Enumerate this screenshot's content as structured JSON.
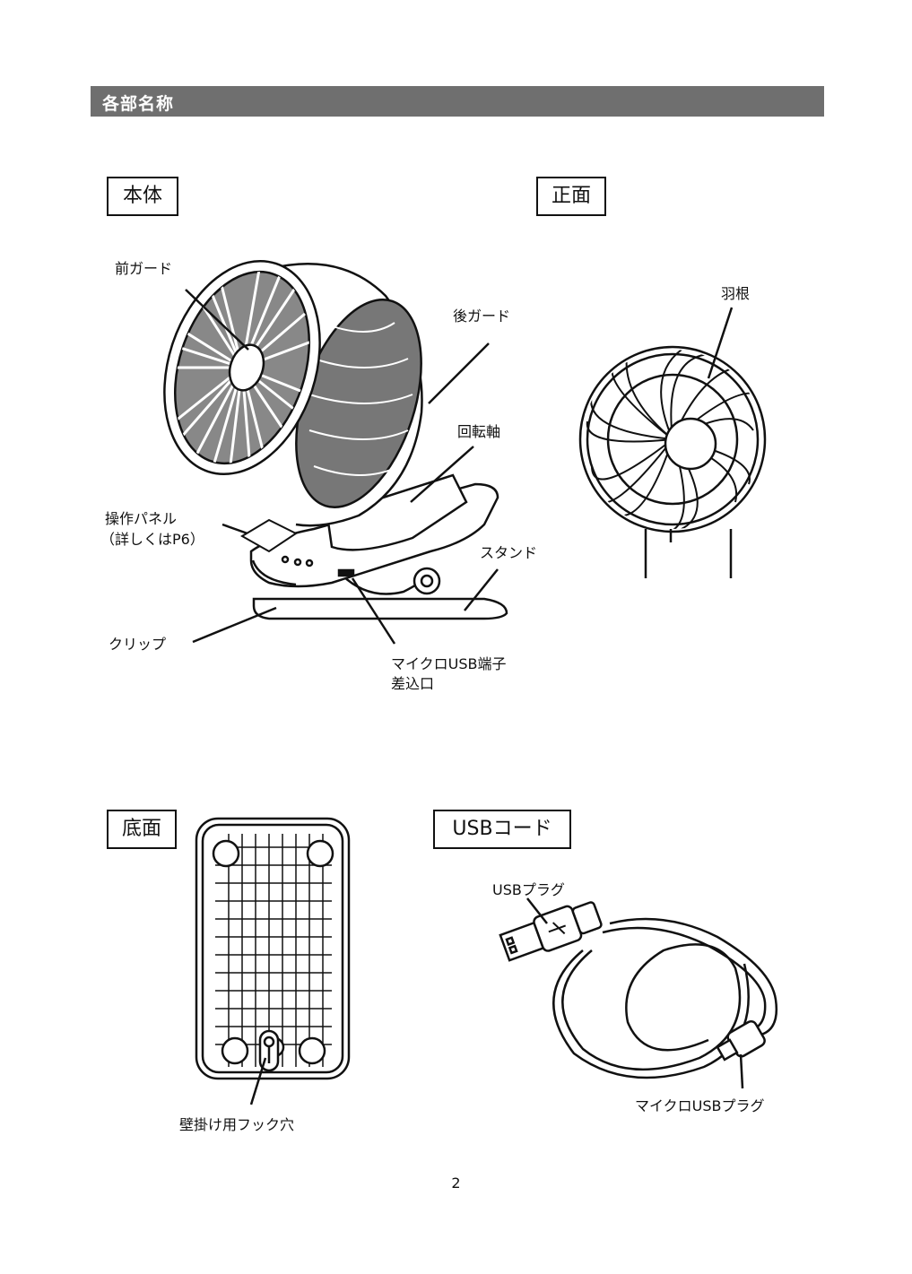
{
  "section_title": "各部名称",
  "boxes": {
    "main_body": "本体",
    "front": "正面",
    "bottom": "底面",
    "usb_cord": "USBコード"
  },
  "labels": {
    "front_guard": "前ガード",
    "rear_guard": "後ガード",
    "pivot": "回転軸",
    "control_panel_line1": "操作パネル",
    "control_panel_line2": "（詳しくはP6）",
    "stand": "スタンド",
    "clip": "クリップ",
    "micro_usb_port_line1": "マイクロUSB端子",
    "micro_usb_port_line2": "差込口",
    "blade": "羽根",
    "wall_hook_hole": "壁掛け用フック穴",
    "usb_plug": "USBプラグ",
    "micro_usb_plug": "マイクロUSBプラグ"
  },
  "page_number": "2"
}
